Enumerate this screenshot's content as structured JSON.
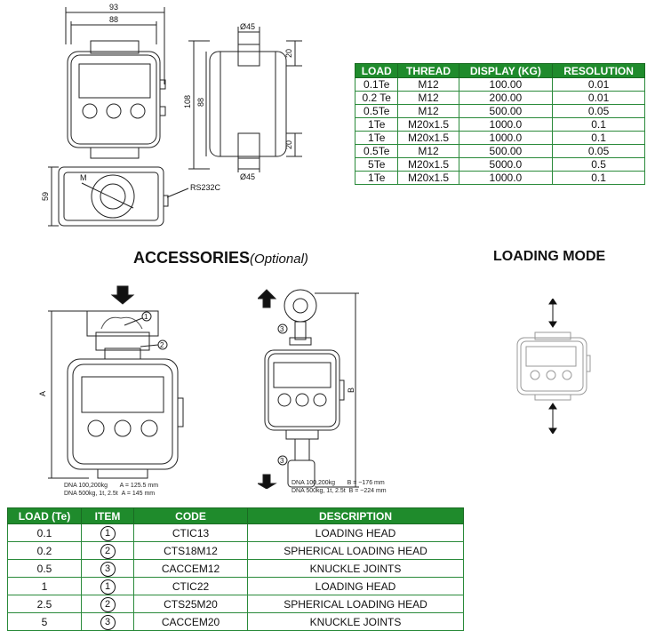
{
  "drawing_top": {
    "dim_overall_width": "93",
    "dim_body_width": "88",
    "dim_diameter_top": "Ø45",
    "dim_diameter_bottom": "Ø45",
    "dim_height_total": "108",
    "dim_height_body": "88",
    "dim_end_top": "20",
    "dim_end_bottom": "20",
    "dim_depth": "59",
    "label_thread": "M",
    "label_port": "RS232C"
  },
  "spec_table": {
    "headers": [
      "LOAD",
      "THREAD",
      "DISPLAY (KG)",
      "RESOLUTION"
    ],
    "rows": [
      [
        "0.1Te",
        "M12",
        "100.00",
        "0.01"
      ],
      [
        "0.2 Te",
        "M12",
        "200.00",
        "0.01"
      ],
      [
        "0.5Te",
        "M12",
        "500.00",
        "0.05"
      ],
      [
        "1Te",
        "M20x1.5",
        "1000.0",
        "0.1"
      ],
      [
        "1Te",
        "M20x1.5",
        "1000.0",
        "0.1"
      ],
      [
        "0.5Te",
        "M12",
        "500.00",
        "0.05"
      ],
      [
        "5Te",
        "M20x1.5",
        "5000.0",
        "0.5"
      ],
      [
        "1Te",
        "M20x1.5",
        "1000.0",
        "0.1"
      ]
    ]
  },
  "accessories": {
    "title": "ACCESSORIES",
    "title_suffix": "(Optional)",
    "left_dim": "A",
    "right_dim": "B",
    "callout_1": "1",
    "callout_2": "2",
    "callout_3": "3",
    "note_left_line1_a": "DNA 100,200kg",
    "note_left_line1_b": "A = 125.5 mm",
    "note_left_line2_a": "DNA 500kg, 1t, 2.5t",
    "note_left_line2_b": "A = 145 mm",
    "note_right_line1_a": "DNA 100,200kg",
    "note_right_line1_b": "B = ~176 mm",
    "note_right_line2_a": "DNA 500kg, 1t, 2.5t",
    "note_right_line2_b": "B = ~224 mm"
  },
  "loading_mode": {
    "title": "LOADING MODE"
  },
  "accessory_table": {
    "headers": [
      "LOAD (Te)",
      "ITEM",
      "CODE",
      "DESCRIPTION"
    ],
    "rows": [
      [
        "0.1",
        "1",
        "CTIC13",
        "LOADING HEAD"
      ],
      [
        "0.2",
        "2",
        "CTS18M12",
        "SPHERICAL LOADING HEAD"
      ],
      [
        "0.5",
        "3",
        "CACCEM12",
        "KNUCKLE JOINTS"
      ],
      [
        "1",
        "1",
        "CTIC22",
        "LOADING HEAD"
      ],
      [
        "2.5",
        "2",
        "CTS25M20",
        "SPHERICAL LOADING HEAD"
      ],
      [
        "5",
        "3",
        "CACCEM20",
        "KNUCKLE JOINTS"
      ]
    ]
  },
  "colors": {
    "header_green": "#1f8b2c",
    "border_green": "#2a8a3a"
  }
}
